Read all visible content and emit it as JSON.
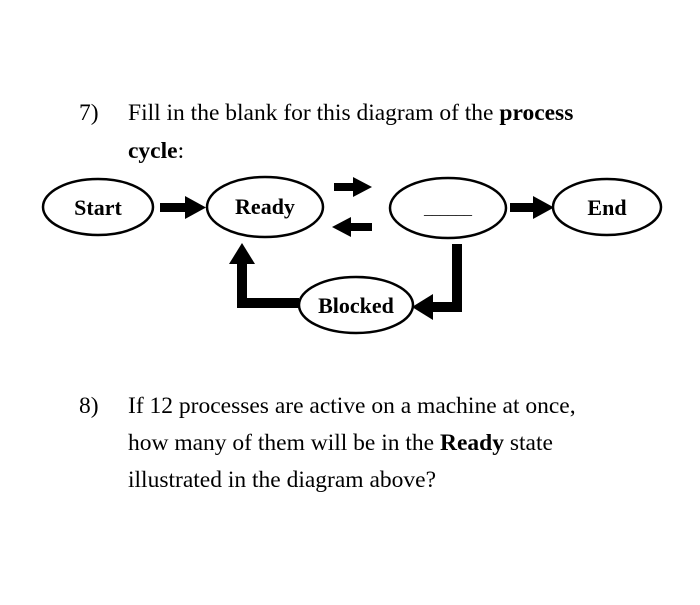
{
  "question7": {
    "number": "7)",
    "line1_prefix": "Fill in the blank for this diagram of the ",
    "line1_bold": "process",
    "line2_bold": "cycle",
    "line2_suffix": ":"
  },
  "diagram": {
    "nodes": {
      "start": "Start",
      "ready": "Ready",
      "running_blank": "______",
      "end": "End",
      "blocked": "Blocked"
    }
  },
  "question8": {
    "number": "8)",
    "line1": "If 12 processes are active on a machine at once,",
    "line2_prefix": "how many of them will be in the ",
    "line2_bold": "Ready",
    "line2_suffix": " state",
    "line3": "illustrated in the diagram above?"
  }
}
